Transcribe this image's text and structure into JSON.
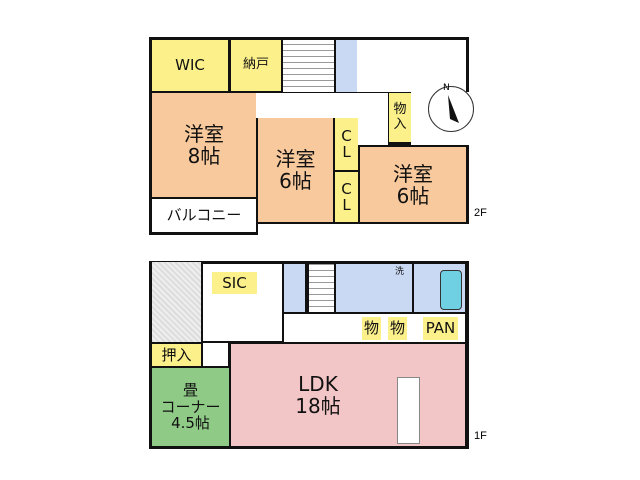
{
  "floor2": {
    "label": "2F",
    "rooms": {
      "wic": "WIC",
      "storage": "納戸",
      "western8": "洋室\n8帖",
      "western6a": "洋室\n6帖",
      "western6b": "洋室\n6帖",
      "cl1": "C\nL",
      "cl2": "C\nL",
      "closet": "物\n入",
      "balcony": "バルコニー"
    }
  },
  "floor1": {
    "label": "1F",
    "rooms": {
      "sic": "SIC",
      "oshiire": "押入",
      "tatami": "畳\nコーナー\n4.5帖",
      "ldk": "LDK\n18帖",
      "mono1": "物",
      "mono2": "物",
      "pan": "PAN",
      "wash": "洗"
    }
  },
  "compass": {
    "north": "N"
  }
}
